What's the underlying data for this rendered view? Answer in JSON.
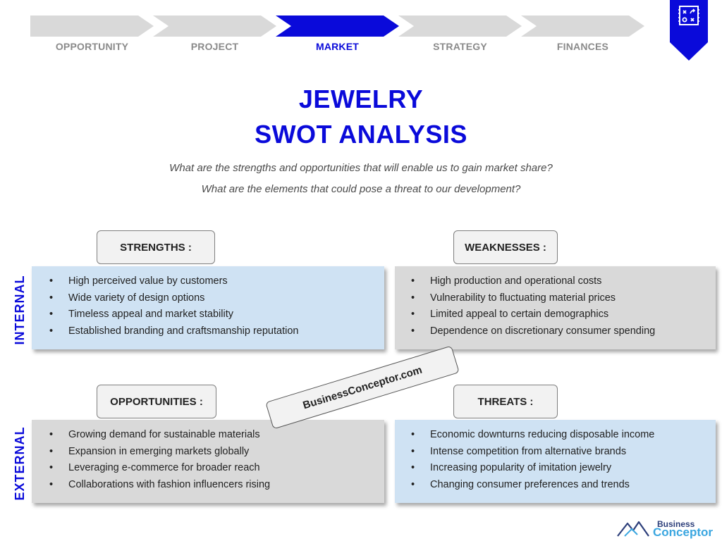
{
  "steps": [
    {
      "label": "OPPORTUNITY",
      "active": false
    },
    {
      "label": "PROJECT",
      "active": false
    },
    {
      "label": "MARKET",
      "active": true
    },
    {
      "label": "STRATEGY",
      "active": false
    },
    {
      "label": "FINANCES",
      "active": false
    }
  ],
  "badge_icon": "tactics-board-icon",
  "title": {
    "line1": "JEWELRY",
    "line2": "SWOT ANALYSIS"
  },
  "questions": {
    "q1": "What are the strengths and opportunities that will enable us to gain market share?",
    "q2": "What are the elements that could pose a threat to our development?"
  },
  "side_labels": {
    "internal": "INTERNAL",
    "external": "EXTERNAL"
  },
  "strengths": {
    "title": "STRENGTHS :",
    "items": [
      "High perceived value by customers",
      "Wide variety of design options",
      "Timeless appeal and market stability",
      "Established branding and craftsmanship reputation"
    ]
  },
  "weaknesses": {
    "title": "WEAKNESSES :",
    "items": [
      "High production and operational costs",
      "Vulnerability to fluctuating material prices",
      "Limited appeal to certain demographics",
      "Dependence on discretionary consumer spending"
    ]
  },
  "opportunities": {
    "title": "OPPORTUNITIES :",
    "items": [
      "Growing demand for sustainable materials",
      "Expansion in emerging markets globally",
      "Leveraging e-commerce for broader reach",
      "Collaborations with fashion influencers rising"
    ]
  },
  "threats": {
    "title": "THREATS :",
    "items": [
      "Economic downturns reducing disposable income",
      "Intense competition from alternative brands",
      "Increasing popularity of imitation jewelry",
      "Changing consumer preferences and trends"
    ]
  },
  "stamp": "BusinessConceptor.com",
  "logo": {
    "top": "Business",
    "bottom": "Conceptor"
  },
  "colors": {
    "accent": "#0a0ada",
    "inactive_step": "#d9d9d9",
    "inactive_label": "#8a8a8a",
    "blue_box": "#cfe2f3",
    "gray_box": "#d9d9d9"
  }
}
